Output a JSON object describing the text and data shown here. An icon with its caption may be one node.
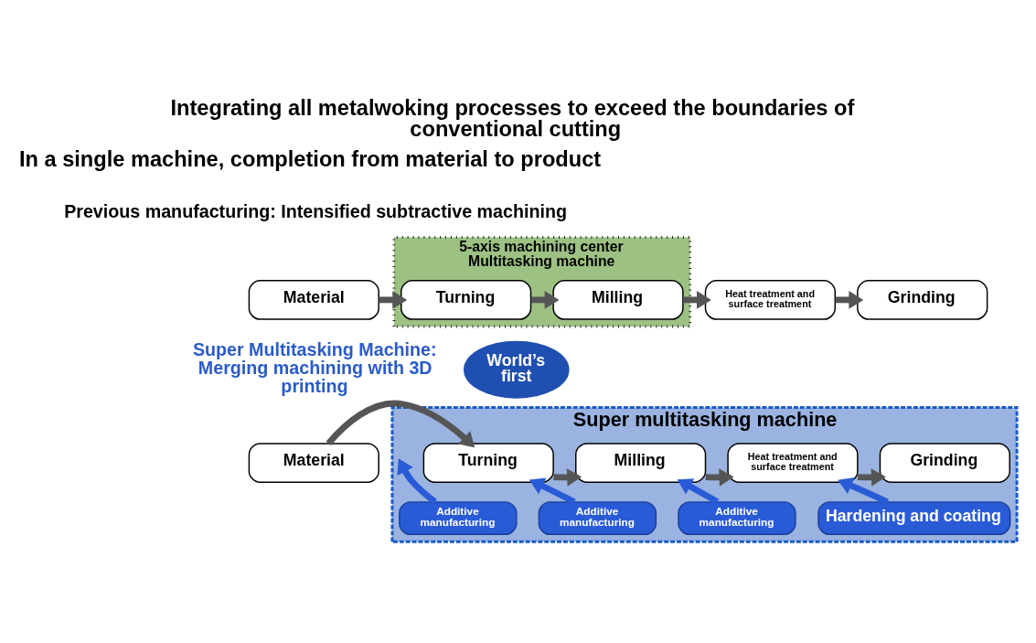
{
  "diagram": {
    "title": "Integrating all metalwoking processes to exceed the boundaries of conventional cutting",
    "nodes": [
      {
        "text": [
          "Material"
        ]
      },
      {
        "text": [
          "5-axis machining center Multitasking machine"
        ]
      },
      {
        "text": [
          "Turning"
        ],
        "in": 1
      },
      {
        "text": [
          "Milling"
        ],
        "in": 1
      },
      {
        "text": [
          "Heat treatment and surface treatment"
        ]
      },
      {
        "text": [
          "Grinding"
        ]
      },
      {
        "text": [
          "Super multitasking machine"
        ]
      },
      {
        "text": [
          "Material"
        ]
      },
      {
        "text": [
          "Turning"
        ],
        "in": 6
      },
      {
        "text": [
          "Milling"
        ],
        "in": 6
      },
      {
        "text": [
          "Heat treatment and surface treatment"
        ],
        "in": 6
      },
      {
        "text": [
          "Grinding"
        ],
        "in": 6
      },
      {
        "text": [
          "Additive manufacturing"
        ],
        "in": 6
      },
      {
        "text": [
          "Additive manufacturing"
        ],
        "in": 6
      },
      {
        "text": [
          "Additive manufacturing"
        ],
        "in": 6
      },
      {
        "text": [
          "Hardening and coating"
        ],
        "in": 6
      },
      {
        "text": [
          "World’s first"
        ]
      }
    ],
    "edges": [
      {
        "from": 0,
        "to": 2,
        "arrow": "to"
      },
      {
        "from": 2,
        "to": 3,
        "arrow": "to"
      },
      {
        "from": 3,
        "to": 4,
        "arrow": "to"
      },
      {
        "from": 4,
        "to": 5,
        "arrow": "to"
      },
      {
        "from": 7,
        "to": 8,
        "arrow": "to"
      },
      {
        "from": 8,
        "to": 9,
        "arrow": "to"
      },
      {
        "from": 9,
        "to": 10,
        "arrow": "to"
      },
      {
        "from": 10,
        "to": 11,
        "arrow": "to"
      },
      {
        "from": 12,
        "to": null,
        "arrow": "to",
        "color": "#2a5bd7"
      },
      {
        "from": 13,
        "to": 8,
        "arrow": "to",
        "color": "#2a5bd7"
      },
      {
        "from": 14,
        "to": 9,
        "arrow": "to",
        "color": "#2a5bd7"
      },
      {
        "from": 15,
        "to": 10,
        "arrow": "to",
        "color": "#2a5bd7"
      }
    ],
    "labels": [
      "In a single machine, completion from material to product",
      "Previous manufacturing: Intensified subtractive machining",
      "Super Multitasking Machine: Merging machining with 3D printing"
    ]
  }
}
